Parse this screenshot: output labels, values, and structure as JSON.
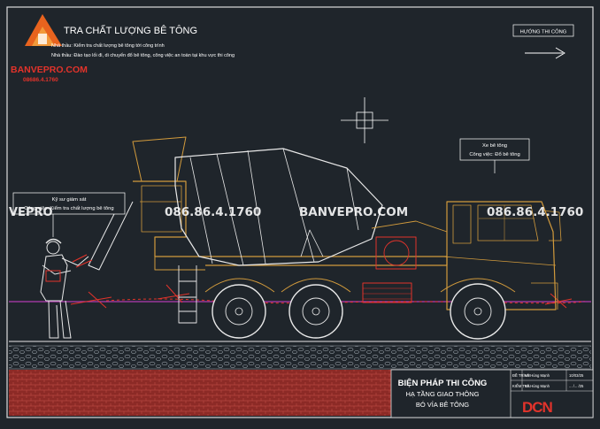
{
  "logo": {
    "brand": "BANVEPRO.COM",
    "phone": "08686.4.1760"
  },
  "header": {
    "title": "TRA CHẤT LƯỢNG BÊ TÔNG",
    "line1": "Nhà thầu: Kiểm tra chất lượng bê tông tới công trình",
    "line2": "Nhà thầu: Đào tạo lối đi, di chuyển đổ bê tông, công việc an toàn tại khu vực thi công"
  },
  "direction": {
    "label": "HƯỚNG THI CÔNG"
  },
  "callouts": {
    "truck_name": "Xe bê tông",
    "truck_task": "Công việc: Đổ bê tông",
    "engineer_name": "Kỹ sư giám sát",
    "engineer_task": "Công việc: Kiểm tra chất lượng bê tông"
  },
  "watermarks": {
    "phone": "086.86.4.1760",
    "site": "BANVEPRO.COM",
    "left_fragment": "VEPRO"
  },
  "titleblock": {
    "line1": "BIỆN PHÁP THI CÔNG",
    "line2": "HẠ TẦNG GIAO THÔNG",
    "line3": "BÓ VỈA BÊ TÔNG",
    "row1_label": "ĐỀ TRÌNH",
    "row1_name": "Võ Hùng Mạnh",
    "row1_date": "10/03/25",
    "row2_label": "KIỂM TRA",
    "row2_name": "Võ Hùng Mạnh",
    "row2_date": "... /... /25",
    "logo_text": "DCN"
  },
  "colors": {
    "background": "#1f252b",
    "truck": "#d19a3c",
    "red": "#e2332b",
    "line_white": "#e8e8e8",
    "magenta": "#b03ab0",
    "title_blue": "#4da8e8"
  }
}
